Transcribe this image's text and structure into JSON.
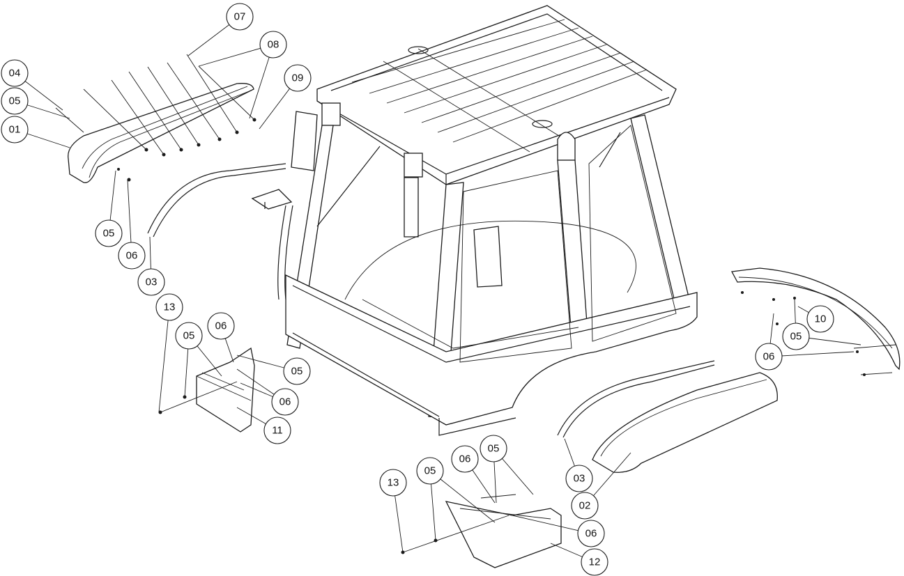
{
  "callouts": [
    {
      "id": "07",
      "label": "07"
    },
    {
      "id": "08",
      "label": "08"
    },
    {
      "id": "09",
      "label": "09"
    },
    {
      "id": "04",
      "label": "04"
    },
    {
      "id": "05a",
      "label": "05"
    },
    {
      "id": "01",
      "label": "01"
    },
    {
      "id": "05b",
      "label": "05"
    },
    {
      "id": "06a",
      "label": "06"
    },
    {
      "id": "03a",
      "label": "03"
    },
    {
      "id": "13a",
      "label": "13"
    },
    {
      "id": "05c",
      "label": "05"
    },
    {
      "id": "06b",
      "label": "06"
    },
    {
      "id": "05d",
      "label": "05"
    },
    {
      "id": "06c",
      "label": "06"
    },
    {
      "id": "11",
      "label": "11"
    },
    {
      "id": "10",
      "label": "10"
    },
    {
      "id": "05e",
      "label": "05"
    },
    {
      "id": "06d",
      "label": "06"
    },
    {
      "id": "03b",
      "label": "03"
    },
    {
      "id": "02",
      "label": "02"
    },
    {
      "id": "13b",
      "label": "13"
    },
    {
      "id": "05f",
      "label": "05"
    },
    {
      "id": "06e",
      "label": "06"
    },
    {
      "id": "05g",
      "label": "05"
    },
    {
      "id": "06f",
      "label": "06"
    },
    {
      "id": "12",
      "label": "12"
    }
  ]
}
